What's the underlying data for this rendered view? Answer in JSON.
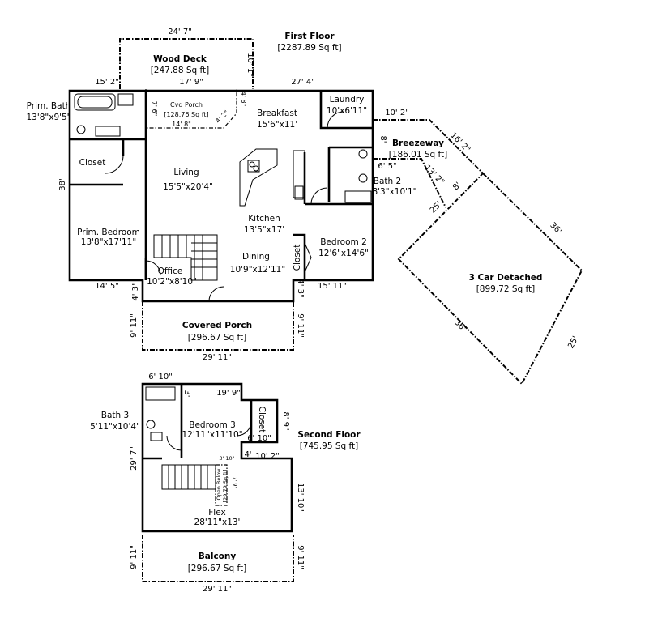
{
  "first_floor": {
    "title": "First Floor",
    "area": "[2287.89 Sq ft]",
    "wood_deck": {
      "name": "Wood Deck",
      "area": "[247.88 Sq ft]",
      "dim_top": "24' 7\"",
      "dim_right": "10' 1\""
    },
    "cvd_porch": {
      "name": "Cvd Porch",
      "area": "[128.76 Sq ft]",
      "dim": "14' 8\"",
      "dim_left": "7' 6\"",
      "dim_right": "4' 8\"",
      "dim_diag": "4' 2\""
    },
    "prim_bath": {
      "name": "Prim. Bath",
      "size": "13'8\"x9'5\""
    },
    "closet_left": {
      "name": "Closet"
    },
    "prim_bedroom": {
      "name": "Prim. Bedroom",
      "size": "13'8\"x17'11\""
    },
    "living": {
      "name": "Living",
      "size": "15'5\"x20'4\""
    },
    "breakfast": {
      "name": "Breakfast",
      "size": "15'6\"x11'"
    },
    "laundry": {
      "name": "Laundry",
      "size": "10'x6'11\""
    },
    "kitchen": {
      "name": "Kitchen",
      "size": "13'5\"x17'"
    },
    "dining": {
      "name": "Dining",
      "size": "10'9\"x12'11\""
    },
    "office": {
      "name": "Office",
      "size": "10'2\"x8'10\""
    },
    "bath2": {
      "name": "Bath 2",
      "size": "8'3\"x10'1\""
    },
    "bedroom2": {
      "name": "Bedroom 2",
      "size": "12'6\"x14'6\""
    },
    "closet_right": {
      "name": "Closet"
    },
    "covered_porch": {
      "name": "Covered Porch",
      "area": "[296.67 Sq ft]",
      "dim_bottom": "29' 11\"",
      "dim_left": "9' 11\"",
      "dim_right": "9' 11\""
    },
    "breezeway": {
      "name": "Breezeway",
      "area": "[186.01 Sq ft]",
      "dim_a": "10' 2\"",
      "dim_b": "16' 2\"",
      "dim_c": "13' 2\"",
      "dim_d": "6' 5\"",
      "dim_e": "8'",
      "dim_f": "8'",
      "dim_g": "25'"
    },
    "garage": {
      "name": "3 Car Detached",
      "area": "[899.72 Sq ft]",
      "dim_top": "36'",
      "dim_bottom": "36'",
      "dim_right": "25'"
    },
    "dims": {
      "d_15_2": "15' 2\"",
      "d_17_9": "17' 9\"",
      "d_27_4": "27' 4\"",
      "d_38": "38'",
      "d_14_5": "14' 5\"",
      "d_4_3_left": "4' 3\"",
      "d_4_3_right": "4' 3\"",
      "d_15_11": "15' 11\"",
      "d_8": "8'"
    }
  },
  "second_floor": {
    "title": "Second Floor",
    "area": "[745.95 Sq ft]",
    "bath3": {
      "name": "Bath 3",
      "size": "5'11\"x10'4\""
    },
    "bedroom3": {
      "name": "Bedroom 3",
      "size": "12'11\"x11'10\""
    },
    "closet": {
      "name": "Closet"
    },
    "open_below": {
      "name": "Open Below",
      "area": "[29.79 Sq ft]",
      "dim": "7' 9\"",
      "dim_top": "3' 10\""
    },
    "flex": {
      "name": "Flex",
      "size": "28'11\"x13'"
    },
    "balcony": {
      "name": "Balcony",
      "area": "[296.67 Sq ft]",
      "dim_bottom": "29' 11\"",
      "dim_left": "9' 11\"",
      "dim_right": "9' 11\""
    },
    "dims": {
      "d_6_10_top": "6' 10\"",
      "d_3": "3'",
      "d_19_9": "19' 9\"",
      "d_8_9": "8' 9\"",
      "d_6_10_closet": "6' 10\"",
      "d_4": "4'",
      "d_10_2": "10' 2\"",
      "d_29_7": "29' 7\"",
      "d_13_10": "13' 10\""
    }
  }
}
